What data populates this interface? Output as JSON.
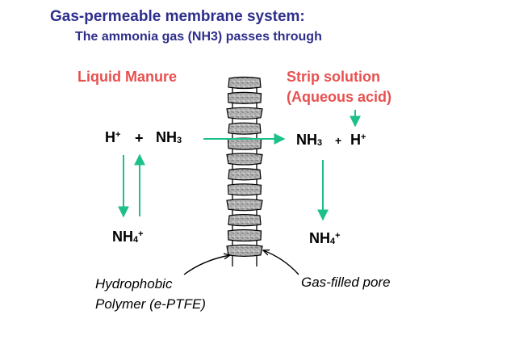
{
  "header": {
    "title": "Gas-permeable membrane system:",
    "subtitle": "The ammonia gas (NH3) passes through"
  },
  "left": {
    "label": "Liquid Manure",
    "top_h": "H",
    "top_h_sup": "+",
    "plus": "+",
    "top_nh": "NH",
    "top_nh_sub": "3",
    "bottom_nh": "NH",
    "bottom_nh_sub": "4",
    "bottom_nh_sup": "+"
  },
  "right": {
    "label_line1": "Strip solution",
    "label_line2": "(Aqueous acid)",
    "top_nh": "NH",
    "top_nh_sub": "3",
    "plus": "+",
    "top_h": "H",
    "top_h_sup": "+",
    "bottom_nh": "NH",
    "bottom_nh_sub": "4",
    "bottom_nh_sup": "+"
  },
  "annotations": {
    "polymer_line1": "Hydrophobic",
    "polymer_line2": "Polymer (e-PTFE)",
    "pore": "Gas-filled pore"
  },
  "colors": {
    "title": "#2e2e8c",
    "label_red": "#e8504f",
    "arrow_green": "#1dc08a",
    "membrane_fill": "#a9a9a9"
  }
}
